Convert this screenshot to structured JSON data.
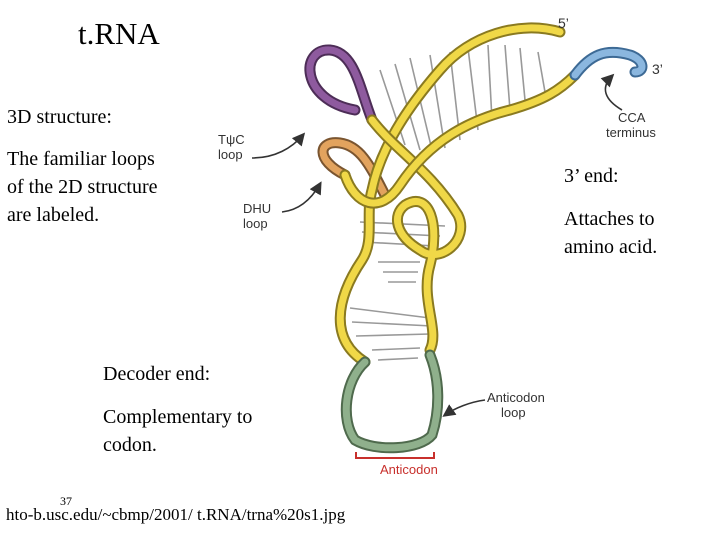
{
  "slide": {
    "title": "t.RNA",
    "left_text": {
      "heading": "3D structure:",
      "body": [
        "The familiar loops",
        "of the 2D structure",
        "are labeled."
      ]
    },
    "right_text": {
      "heading": "3’ end:",
      "body": [
        "Attaches to",
        "amino acid."
      ]
    },
    "bottom_text": {
      "heading": "Decoder end:",
      "body": [
        "Complementary to",
        "codon."
      ]
    },
    "page_number": "37",
    "source_url": "hto-b.usc.edu/~cbmp/2001/ t.RNA/trna%20s1.jpg"
  },
  "diagram": {
    "labels": {
      "five_prime": "5’",
      "three_prime": "3’",
      "cca": [
        "CCA",
        "terminus"
      ],
      "tpsic": [
        "TψC",
        "loop"
      ],
      "dhu": [
        "DHU",
        "loop"
      ],
      "anticodon_loop": [
        "Anticodon",
        "loop"
      ],
      "anticodon": "Anticodon"
    },
    "colors": {
      "backbone": "#f0d847",
      "backbone_outline": "#8a7a20",
      "tpsic_loop": "#8e5a9e",
      "dhu_loop": "#e2a35e",
      "anticodon_loop": "#8fb08c",
      "cca": "#8bb7df",
      "anticodon_mark": "#c8302c",
      "arrow": "#333333"
    }
  }
}
